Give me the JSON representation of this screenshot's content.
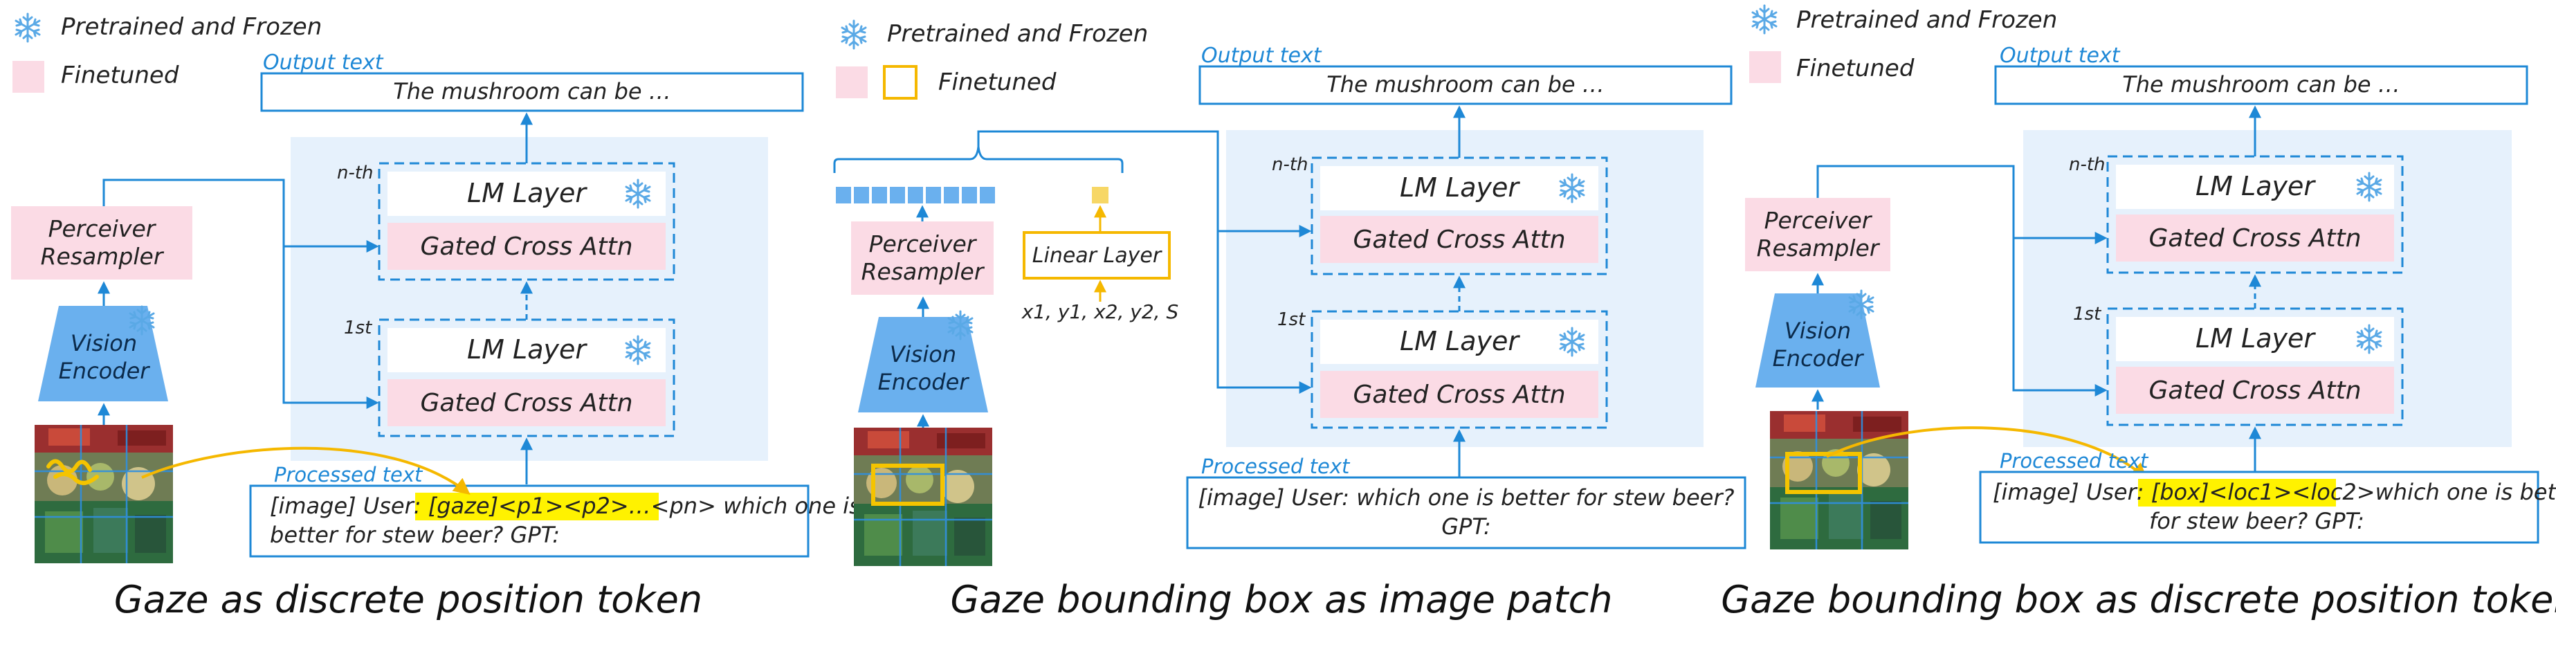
{
  "colors": {
    "blue": "#1e88d6",
    "pink": "#fbdbe5",
    "panel": "#e6f1fc",
    "yellow_hl": "#fff200",
    "gold": "#f5b800",
    "text": "#222222",
    "label_blue": "#1e88d6"
  },
  "icons": {
    "frozen": "snowflake-icon",
    "image": "food-market-photo"
  },
  "panels": [
    {
      "legend_frozen": "Pretrained and Frozen",
      "legend_finetuned": "Finetuned",
      "output_label": "Output text",
      "output_text": "The mushroom can be …",
      "perceiver": [
        "Perceiver",
        "Resampler"
      ],
      "vision": [
        "Vision",
        "Encoder"
      ],
      "nth": "n-th",
      "first": "1st",
      "lm": "LM Layer",
      "gated": "Gated Cross Attn",
      "processed_label": "Processed text",
      "proc_line1_pre": "[image] User: ",
      "proc_hl1": "[gaze]<p1><p2>…<pn>",
      "proc_line1_post": " which one is",
      "proc_line2": "better for stew beer? GPT:",
      "caption": "Gaze as discrete position token"
    },
    {
      "legend_frozen": "Pretrained and Frozen",
      "legend_finetuned": "Finetuned",
      "output_label": "Output text",
      "output_text": "The mushroom can be …",
      "perceiver": [
        "Perceiver",
        "Resampler"
      ],
      "vision": [
        "Vision",
        "Encoder"
      ],
      "linear": "Linear Layer",
      "coords": "x1, y1, x2, y2, S",
      "nth": "n-th",
      "first": "1st",
      "lm": "LM Layer",
      "gated": "Gated Cross Attn",
      "processed_label": "Processed text",
      "proc_line1": "[image] User: which one is better for stew beer?",
      "proc_line2": "GPT:",
      "caption": "Gaze bounding box as image patch"
    },
    {
      "legend_frozen": "Pretrained and Frozen",
      "legend_finetuned": "Finetuned",
      "output_label": "Output text",
      "output_text": "The mushroom can be …",
      "perceiver": [
        "Perceiver",
        "Resampler"
      ],
      "vision": [
        "Vision",
        "Encoder"
      ],
      "nth": "n-th",
      "first": "1st",
      "lm": "LM Layer",
      "gated": "Gated Cross Attn",
      "processed_label": "Processed text",
      "proc_line1_pre": "[image] User: ",
      "proc_hl1": "[box]<loc1><loc2>",
      "proc_line1_post": "which one is better",
      "proc_line2": "for stew beer? GPT:",
      "caption": "Gaze bounding box as discrete position tokens"
    }
  ]
}
